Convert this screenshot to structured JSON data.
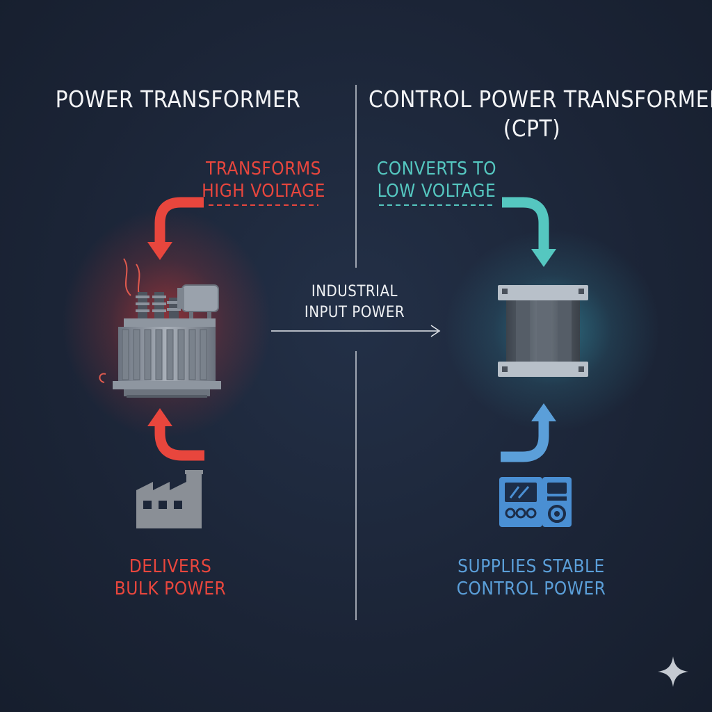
{
  "left": {
    "title": "POWER TRANSFORMER",
    "top_label_line1": "TRANSFORMS",
    "top_label_line2": "HIGH VOLTAGE",
    "bottom_label_line1": "DELIVERS",
    "bottom_label_line2": "BULK POWER",
    "icons": [
      "power-transformer-icon",
      "factory-icon"
    ]
  },
  "right": {
    "title_line1": "CONTROL POWER TRANSFORMER",
    "title_line2": "(CPT)",
    "top_label_line1": "CONVERTS TO",
    "top_label_line2": "LOW VOLTAGE",
    "bottom_label_line1": "SUPPLIES STABLE",
    "bottom_label_line2": "CONTROL POWER",
    "icons": [
      "control-power-transformer-icon",
      "control-panel-icon"
    ]
  },
  "center": {
    "label_line1": "INDUSTRIAL",
    "label_line2": "INPUT POWER"
  },
  "colors": {
    "background": "#1c2638",
    "red": "#e8463d",
    "teal": "#55c7c0",
    "blue": "#5b9fd9",
    "white": "#f3f4f6"
  }
}
